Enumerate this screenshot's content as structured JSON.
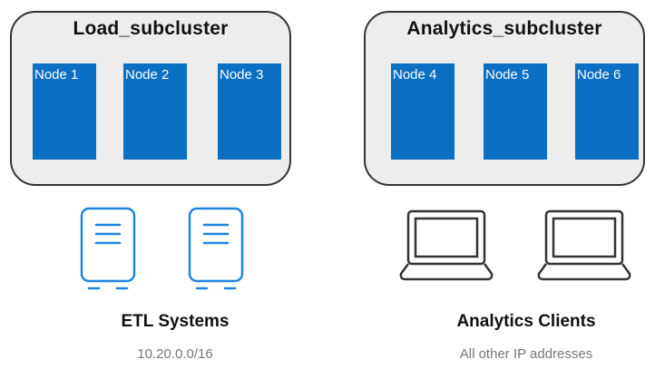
{
  "clusters": [
    {
      "title": "Load_subcluster",
      "nodes": [
        "Node 1",
        "Node 2",
        "Node 3"
      ]
    },
    {
      "title": "Analytics_subcluster",
      "nodes": [
        "Node 4",
        "Node 5",
        "Node 6"
      ]
    }
  ],
  "groups": [
    {
      "title": "ETL Systems",
      "subtitle": "10.20.0.0/16",
      "icon": "server-icon"
    },
    {
      "title": "Analytics Clients",
      "subtitle": "All other IP addresses",
      "icon": "laptop-icon"
    }
  ],
  "colors": {
    "node_fill": "#0b6fc3",
    "server_stroke": "#1f86e0",
    "laptop_stroke": "#333333",
    "cluster_fill": "#ededed"
  }
}
